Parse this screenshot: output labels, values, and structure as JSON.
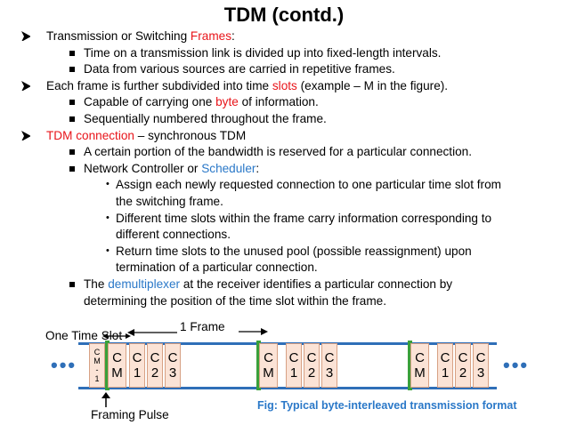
{
  "title": "TDM (contd.)",
  "lines": [
    {
      "kind": "arrow",
      "parts": [
        {
          "t": "Transmission or Switching "
        },
        {
          "t": "Frames",
          "c": "red"
        },
        {
          "t": ":"
        }
      ]
    },
    {
      "kind": "square",
      "parts": [
        {
          "t": "Time on a transmission link is divided up into fixed-length intervals."
        }
      ]
    },
    {
      "kind": "square",
      "parts": [
        {
          "t": "Data from various sources are carried in repetitive frames."
        }
      ]
    },
    {
      "kind": "arrow",
      "parts": [
        {
          "t": "Each frame is further subdivided into time "
        },
        {
          "t": "slots",
          "c": "red"
        },
        {
          "t": " (example – M in the figure)."
        }
      ]
    },
    {
      "kind": "square",
      "parts": [
        {
          "t": "Capable of carrying one "
        },
        {
          "t": "byte",
          "c": "red"
        },
        {
          "t": " of information."
        }
      ]
    },
    {
      "kind": "square",
      "parts": [
        {
          "t": "Sequentially numbered throughout the frame."
        }
      ]
    },
    {
      "kind": "arrow",
      "parts": [
        {
          "t": "TDM connection",
          "c": "red"
        },
        {
          "t": " – synchronous TDM"
        }
      ]
    },
    {
      "kind": "square",
      "parts": [
        {
          "t": "A certain portion of the bandwidth is reserved for a particular connection."
        }
      ]
    },
    {
      "kind": "square",
      "parts": [
        {
          "t": "Network Controller or "
        },
        {
          "t": "Scheduler",
          "c": "blue"
        },
        {
          "t": ":"
        }
      ]
    },
    {
      "kind": "dot",
      "parts": [
        {
          "t": "Assign each newly requested connection to one particular time slot from"
        }
      ]
    },
    {
      "kind": "cont",
      "parts": [
        {
          "t": "the switching frame."
        }
      ]
    },
    {
      "kind": "dot",
      "parts": [
        {
          "t": " Different time slots within the frame carry information corresponding to"
        }
      ]
    },
    {
      "kind": "cont",
      "parts": [
        {
          "t": "different connections."
        }
      ]
    },
    {
      "kind": "dot",
      "parts": [
        {
          "t": "Return time slots to the unused pool (possible reassignment) upon"
        }
      ]
    },
    {
      "kind": "cont",
      "parts": [
        {
          "t": "termination of a particular connection."
        }
      ]
    },
    {
      "kind": "square",
      "parts": [
        {
          "t": "The "
        },
        {
          "t": "demultiplexer",
          "c": "blue"
        },
        {
          "t": " at the receiver identifies a particular connection by"
        }
      ]
    },
    {
      "kind": "cont2",
      "parts": [
        {
          "t": "determining the position of the time slot within the frame."
        }
      ]
    }
  ],
  "diagram": {
    "frame_label": "1 Frame",
    "slot_label": "One Time Slot",
    "pulse_label": "Framing Pulse",
    "caption": "Fig: Typical byte-interleaved transmission format",
    "first_cm": [
      "C",
      "M",
      "-",
      "1"
    ],
    "cells": [
      {
        "top": "C",
        "bot": "M"
      },
      {
        "top": "C",
        "bot": "1"
      },
      {
        "top": "C",
        "bot": "2"
      },
      {
        "top": "C",
        "bot": "3"
      },
      {
        "top": "C",
        "bot": "M"
      },
      {
        "top": "C",
        "bot": "1"
      },
      {
        "top": "C",
        "bot": "2"
      },
      {
        "top": "C",
        "bot": "3"
      },
      {
        "top": "C",
        "bot": "M"
      },
      {
        "top": "C",
        "bot": "1"
      },
      {
        "top": "C",
        "bot": "2"
      },
      {
        "top": "C",
        "bot": "3"
      }
    ],
    "colors": {
      "rail": "#2f6fb8",
      "cell": "#fbe3d6",
      "pulse": "#3aa03a",
      "accent_red": "#e8141a",
      "accent_blue": "#2a78c8"
    }
  }
}
